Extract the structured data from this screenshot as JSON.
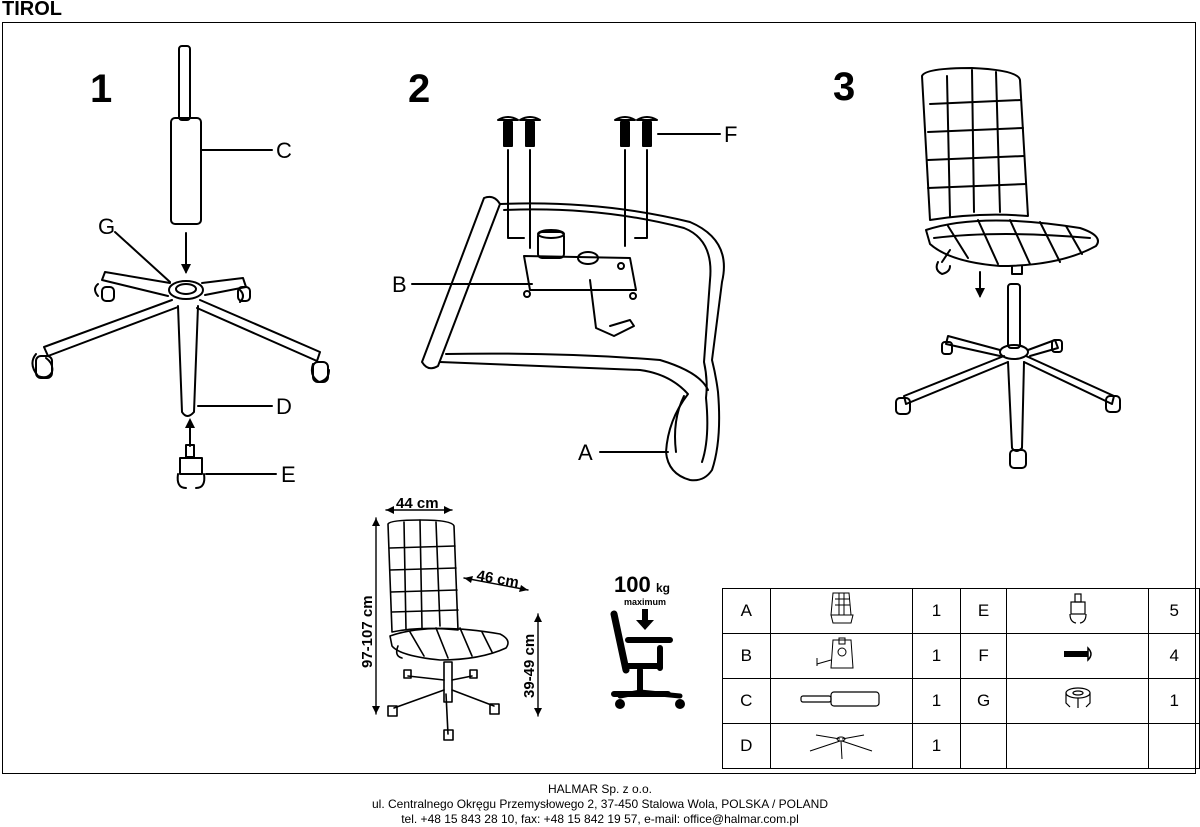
{
  "title": "TIROL",
  "steps": [
    "1",
    "2",
    "3"
  ],
  "callouts": {
    "a": "A",
    "b": "B",
    "c": "C",
    "d": "D",
    "e": "E",
    "f": "F",
    "g": "G"
  },
  "dimensions": {
    "width": "44 cm",
    "depth": "46 cm",
    "height": "97-107 cm",
    "seat_height": "39-49 cm"
  },
  "load": {
    "value": "100",
    "unit": "kg",
    "label": "maximum"
  },
  "parts": [
    [
      {
        "letter": "A",
        "icon": "seat-back-icon",
        "qty": "1"
      },
      {
        "letter": "E",
        "icon": "caster-icon",
        "qty": "5"
      }
    ],
    [
      {
        "letter": "B",
        "icon": "mechanism-icon",
        "qty": "1"
      },
      {
        "letter": "F",
        "icon": "screw-icon",
        "qty": "4"
      }
    ],
    [
      {
        "letter": "C",
        "icon": "gas-lift-icon",
        "qty": "1"
      },
      {
        "letter": "G",
        "icon": "ring-cover-icon",
        "qty": "1"
      }
    ],
    [
      {
        "letter": "D",
        "icon": "base-icon",
        "qty": "1"
      },
      {
        "letter": "",
        "icon": "",
        "qty": ""
      }
    ]
  ],
  "footer": {
    "company": "HALMAR Sp. z o.o.",
    "address": "ul. Centralnego Okręgu Przemysłowego 2, 37-450 Stalowa Wola, POLSKA / POLAND",
    "contact": "tel. +48 15 843 28 10, fax: +48 15 842 19 57, e-mail: office@halmar.com.pl"
  }
}
